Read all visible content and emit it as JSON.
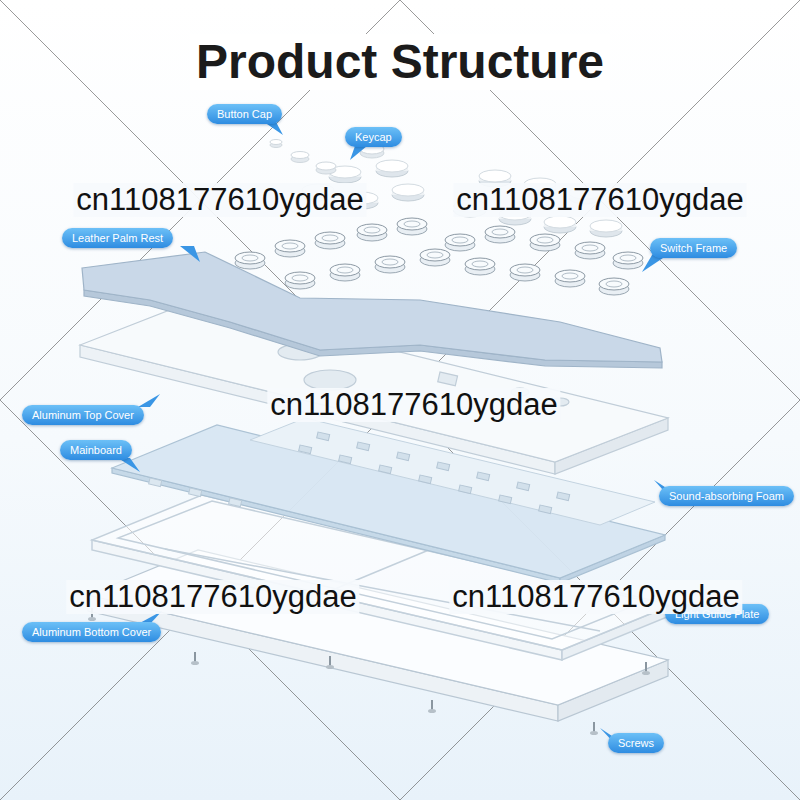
{
  "diagram": {
    "title": "Product Structure",
    "nodes": [
      {
        "text": [
          "Button Cap"
        ]
      },
      {
        "text": [
          "Keycap"
        ]
      },
      {
        "text": [
          "Leather Palm Rest"
        ]
      },
      {
        "text": [
          "Switch Frame"
        ]
      },
      {
        "text": [
          "Aluminum Top Cover"
        ]
      },
      {
        "text": [
          "Mainboard"
        ]
      },
      {
        "text": [
          "Sound-absorbing Foam"
        ]
      },
      {
        "text": [
          "Aluminum Bottom Cover"
        ]
      },
      {
        "text": [
          "Light Guide Plate"
        ]
      },
      {
        "text": [
          "Screws"
        ]
      }
    ],
    "labels": [
      "cn1108177610ygdae",
      "cn1108177610ygdae",
      "cn1108177610ygdae",
      "cn1108177610ygdae",
      "cn1108177610ygdae"
    ]
  }
}
